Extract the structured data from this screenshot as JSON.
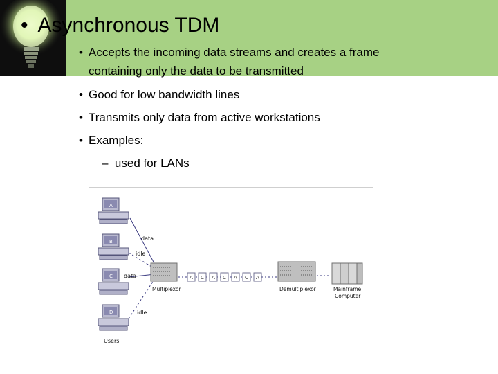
{
  "slide": {
    "title": "Asynchronous TDM",
    "bullet_glyph": "•",
    "bullets": [
      {
        "line1": "Accepts the incoming data streams and creates a frame",
        "line2": "containing only the data to be transmitted"
      },
      {
        "line1": "Good for low bandwidth lines"
      },
      {
        "line1": "Transmits only data from active workstations"
      },
      {
        "line1": "Examples:"
      }
    ],
    "sub_bullet": {
      "dash": "–",
      "text": "used for LANs"
    }
  },
  "diagram": {
    "workstations": [
      "A",
      "B",
      "C",
      "D"
    ],
    "labels": {
      "data_top": "data",
      "idle_top": "idle",
      "data_mid": "data",
      "idle_bottom": "idle",
      "users": "Users"
    },
    "multiplexor": "Multiplexor",
    "demultiplexor": "Demultiplexor",
    "mainframe_line1": "Mainframe",
    "mainframe_line2": "Computer",
    "frame_slots": [
      "A",
      "C",
      "A",
      "C",
      "A",
      "C",
      "A"
    ],
    "colors": {
      "header": "#a7d184",
      "computer": "#b9b9cf",
      "screen": "#8a8ab0",
      "device": "#bfbfbf"
    }
  }
}
